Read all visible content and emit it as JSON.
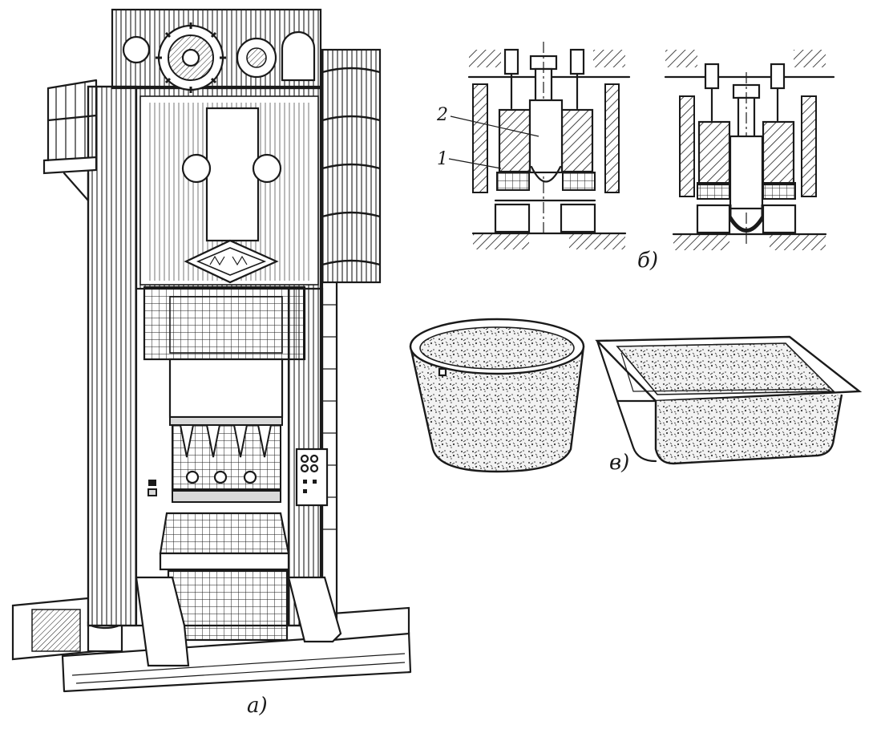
{
  "figure": {
    "panel_a_label": "а)",
    "panel_b_label": "б)",
    "panel_v_label": "в)",
    "callout_1": "1",
    "callout_2": "2"
  }
}
